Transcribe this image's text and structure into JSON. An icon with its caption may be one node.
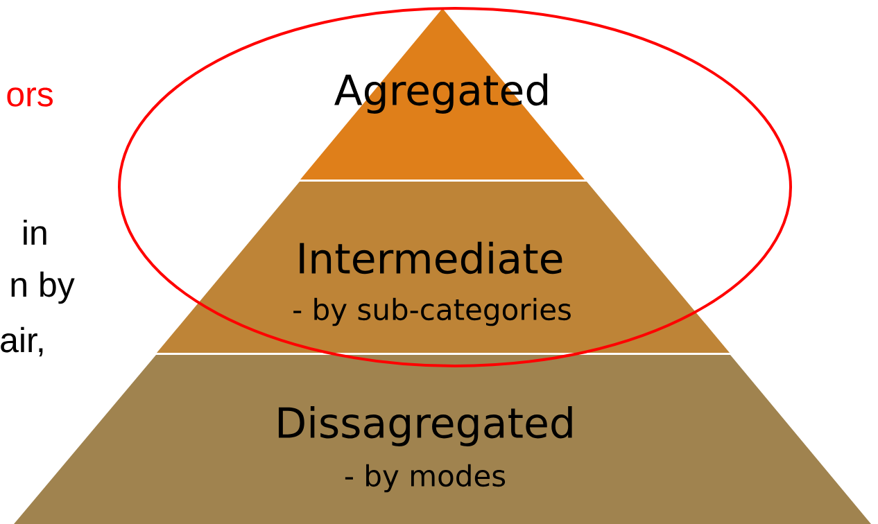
{
  "diagram": {
    "nodes": [
      {
        "text": [
          "Agregated"
        ]
      },
      {
        "text": [
          "Intermediate",
          "- by sub-categories"
        ]
      },
      {
        "text": [
          "Dissagregated",
          "- by modes"
        ]
      }
    ],
    "labels": [
      "ors",
      "in",
      "n by",
      "air,"
    ]
  }
}
